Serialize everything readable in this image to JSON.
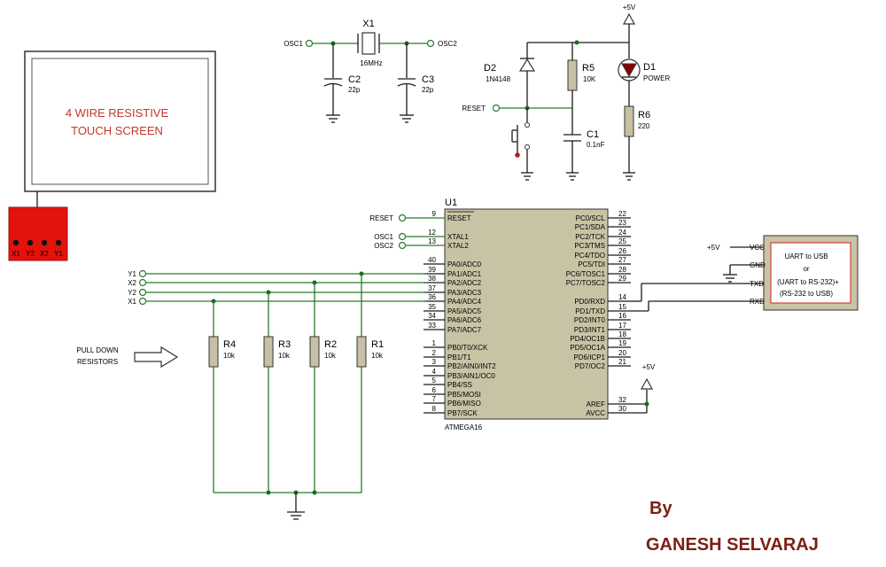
{
  "touchscreen": {
    "title_line1": "4 WIRE RESISTIVE",
    "title_line2": "TOUCH SCREEN",
    "pins": [
      "X1",
      "Y2",
      "X2",
      "Y1"
    ]
  },
  "crystal": {
    "ref": "X1",
    "value": "16MHz",
    "osc1": "OSC1",
    "osc2": "OSC2"
  },
  "c2": {
    "ref": "C2",
    "value": "22p"
  },
  "c3": {
    "ref": "C3",
    "value": "22p"
  },
  "reset_circuit": {
    "vcc": "+5V",
    "d2": {
      "ref": "D2",
      "value": "1N4148"
    },
    "r5": {
      "ref": "R5",
      "value": "10K"
    },
    "c1": {
      "ref": "C1",
      "value": "0.1nF"
    },
    "reset_label": "RESET"
  },
  "power_led": {
    "d1": {
      "ref": "D1",
      "value": "POWER"
    },
    "r6": {
      "ref": "R6",
      "value": "220"
    }
  },
  "mcu": {
    "ref": "U1",
    "part": "ATMEGA16",
    "left_pins": [
      {
        "num": "9",
        "name": "RESET",
        "net": "RESET"
      },
      {
        "num": "12",
        "name": "XTAL1",
        "net": "OSC1"
      },
      {
        "num": "13",
        "name": "XTAL2",
        "net": "OSC2"
      },
      {
        "num": "40",
        "name": "PA0/ADC0",
        "net": ""
      },
      {
        "num": "39",
        "name": "PA1/ADC1",
        "net": "Y1"
      },
      {
        "num": "38",
        "name": "PA2/ADC2",
        "net": "X2"
      },
      {
        "num": "37",
        "name": "PA3/ADC3",
        "net": "Y2"
      },
      {
        "num": "36",
        "name": "PA4/ADC4",
        "net": "X1"
      },
      {
        "num": "35",
        "name": "PA5/ADC5",
        "net": ""
      },
      {
        "num": "34",
        "name": "PA6/ADC6",
        "net": ""
      },
      {
        "num": "33",
        "name": "PA7/ADC7",
        "net": ""
      },
      {
        "num": "1",
        "name": "PB0/T0/XCK",
        "net": ""
      },
      {
        "num": "2",
        "name": "PB1/T1",
        "net": ""
      },
      {
        "num": "3",
        "name": "PB2/AIN0/INT2",
        "net": ""
      },
      {
        "num": "4",
        "name": "PB3/AIN1/OC0",
        "net": ""
      },
      {
        "num": "5",
        "name": "PB4/SS",
        "net": ""
      },
      {
        "num": "6",
        "name": "PB5/MOSI",
        "net": ""
      },
      {
        "num": "7",
        "name": "PB6/MISO",
        "net": ""
      },
      {
        "num": "8",
        "name": "PB7/SCK",
        "net": ""
      }
    ],
    "right_pins": [
      {
        "num": "22",
        "name": "PC0/SCL"
      },
      {
        "num": "23",
        "name": "PC1/SDA"
      },
      {
        "num": "24",
        "name": "PC2/TCK"
      },
      {
        "num": "25",
        "name": "PC3/TMS"
      },
      {
        "num": "26",
        "name": "PC4/TDO"
      },
      {
        "num": "27",
        "name": "PC5/TDI"
      },
      {
        "num": "28",
        "name": "PC6/TOSC1"
      },
      {
        "num": "29",
        "name": "PC7/TOSC2"
      },
      {
        "num": "14",
        "name": "PD0/RXD"
      },
      {
        "num": "15",
        "name": "PD1/TXD"
      },
      {
        "num": "16",
        "name": "PD2/INT0"
      },
      {
        "num": "17",
        "name": "PD3/INT1"
      },
      {
        "num": "18",
        "name": "PD4/OC1B"
      },
      {
        "num": "19",
        "name": "PD5/OC1A"
      },
      {
        "num": "20",
        "name": "PD6/ICP1"
      },
      {
        "num": "21",
        "name": "PD7/OC2"
      },
      {
        "num": "32",
        "name": "AREF"
      },
      {
        "num": "30",
        "name": "AVCC"
      }
    ],
    "avcc_supply": "+5V"
  },
  "uart": {
    "supply": "+5V",
    "pins": [
      "VCC",
      "GND",
      "TXD",
      "RXD"
    ],
    "text": [
      "UART to USB",
      "or",
      "(UART to RS-232)+",
      "(RS-232 to USB)"
    ]
  },
  "bus_labels": [
    "Y1",
    "X2",
    "Y2",
    "X1"
  ],
  "pulldowns": {
    "label_line1": "PULL DOWN",
    "label_line2": "RESISTORS",
    "resistors": [
      {
        "ref": "R4",
        "value": "10k"
      },
      {
        "ref": "R3",
        "value": "10k"
      },
      {
        "ref": "R2",
        "value": "10k"
      },
      {
        "ref": "R1",
        "value": "10k"
      }
    ]
  },
  "author": {
    "by": "By",
    "name": "GANESH SELVARAJ"
  }
}
